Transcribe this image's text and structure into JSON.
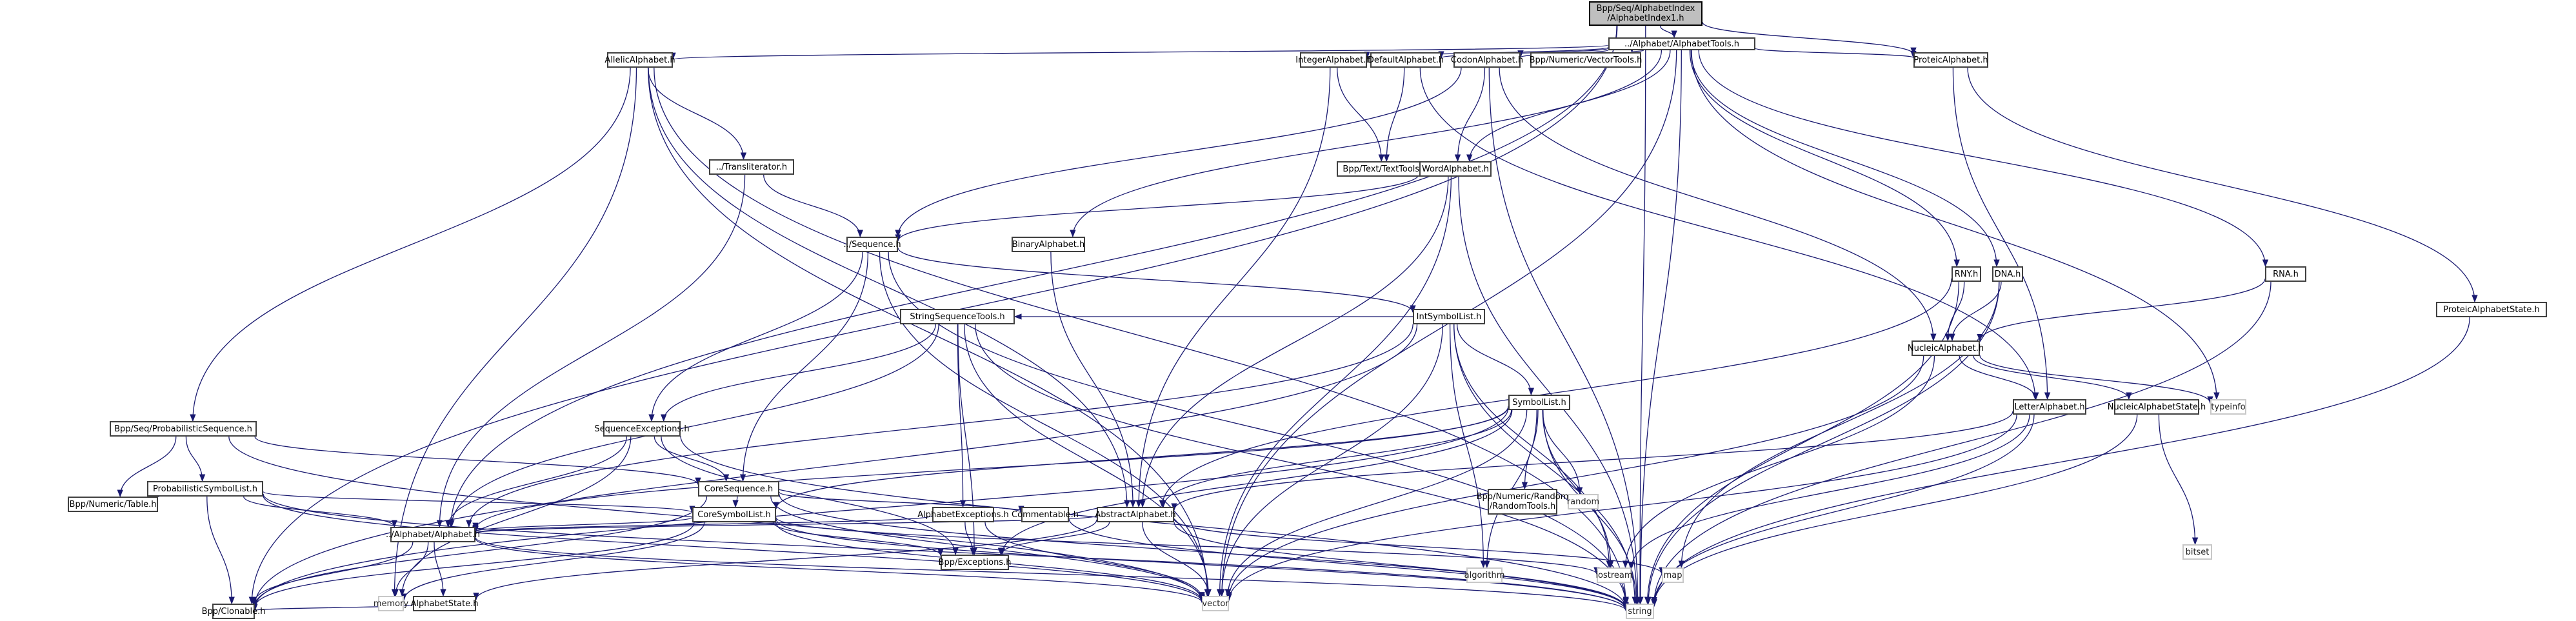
{
  "title": "Include dependency graph for Bpp/Seq/AlphabetIndex/AlphabetIndex1.h",
  "colors": {
    "edge": "#191970",
    "node_border": "#404040",
    "root_fill": "#bfbfbf",
    "external_border": "#c8c8c8"
  },
  "nodes": [
    {
      "id": "root",
      "label": "Bpp/Seq/AlphabetIndex\n/AlphabetIndex1.h",
      "kind": "root"
    },
    {
      "id": "alphabettools",
      "label": "../Alphabet/AlphabetTools.h",
      "kind": "file"
    },
    {
      "id": "allelic",
      "label": "AllelicAlphabet.h",
      "kind": "file"
    },
    {
      "id": "integer",
      "label": "IntegerAlphabet.h",
      "kind": "file"
    },
    {
      "id": "default",
      "label": "DefaultAlphabet.h",
      "kind": "file"
    },
    {
      "id": "codon",
      "label": "CodonAlphabet.h",
      "kind": "file"
    },
    {
      "id": "vectortools",
      "label": "Bpp/Numeric/VectorTools.h",
      "kind": "file"
    },
    {
      "id": "proteic",
      "label": "ProteicAlphabet.h",
      "kind": "file"
    },
    {
      "id": "transliterator",
      "label": "../Transliterator.h",
      "kind": "file"
    },
    {
      "id": "texttools",
      "label": "Bpp/Text/TextTools.h",
      "kind": "file"
    },
    {
      "id": "word",
      "label": "WordAlphabet.h",
      "kind": "file"
    },
    {
      "id": "sequence",
      "label": "../Sequence.h",
      "kind": "file"
    },
    {
      "id": "binary",
      "label": "BinaryAlphabet.h",
      "kind": "file"
    },
    {
      "id": "intsymbollist",
      "label": "IntSymbolList.h",
      "kind": "file"
    },
    {
      "id": "proteicstate",
      "label": "ProteicAlphabetState.h",
      "kind": "file"
    },
    {
      "id": "rny",
      "label": "RNY.h",
      "kind": "file"
    },
    {
      "id": "dna",
      "label": "DNA.h",
      "kind": "file"
    },
    {
      "id": "rna",
      "label": "RNA.h",
      "kind": "file"
    },
    {
      "id": "probseq",
      "label": "Bpp/Seq/ProbabilisticSequence.h",
      "kind": "file"
    },
    {
      "id": "stringseqtools",
      "label": "StringSequenceTools.h",
      "kind": "file"
    },
    {
      "id": "seqexceptions",
      "label": "SequenceExceptions.h",
      "kind": "file"
    },
    {
      "id": "nucleic",
      "label": "NucleicAlphabet.h",
      "kind": "file"
    },
    {
      "id": "probsymbollist",
      "label": "ProbabilisticSymbolList.h",
      "kind": "file"
    },
    {
      "id": "coresequence",
      "label": "CoreSequence.h",
      "kind": "file"
    },
    {
      "id": "symbollist",
      "label": "SymbolList.h",
      "kind": "file"
    },
    {
      "id": "letter",
      "label": "LetterAlphabet.h",
      "kind": "file"
    },
    {
      "id": "nucleicstate",
      "label": "NucleicAlphabetState.h",
      "kind": "file"
    },
    {
      "id": "typeinfo",
      "label": "typeinfo",
      "kind": "external"
    },
    {
      "id": "table",
      "label": "Bpp/Numeric/Table.h",
      "kind": "file"
    },
    {
      "id": "coresymbollist",
      "label": "CoreSymbolList.h",
      "kind": "file"
    },
    {
      "id": "alphaexceptions",
      "label": "AlphabetExceptions.h",
      "kind": "file"
    },
    {
      "id": "commentable",
      "label": "Commentable.h",
      "kind": "file"
    },
    {
      "id": "abstractalphabet",
      "label": "AbstractAlphabet.h",
      "kind": "file"
    },
    {
      "id": "randomtools",
      "label": "Bpp/Numeric/Random\n/RandomTools.h",
      "kind": "file"
    },
    {
      "id": "random",
      "label": "random",
      "kind": "external"
    },
    {
      "id": "bitset",
      "label": "bitset",
      "kind": "external"
    },
    {
      "id": "alphabet",
      "label": "../Alphabet/Alphabet.h",
      "kind": "file"
    },
    {
      "id": "exceptions",
      "label": "Bpp/Exceptions.h",
      "kind": "file"
    },
    {
      "id": "algorithm",
      "label": "algorithm",
      "kind": "external"
    },
    {
      "id": "iostream",
      "label": "iostream",
      "kind": "external"
    },
    {
      "id": "map",
      "label": "map",
      "kind": "external"
    },
    {
      "id": "memory",
      "label": "memory",
      "kind": "external"
    },
    {
      "id": "alphabetstate",
      "label": "AlphabetState.h",
      "kind": "file"
    },
    {
      "id": "vector",
      "label": "vector",
      "kind": "external"
    },
    {
      "id": "clonable",
      "label": "Bpp/Clonable.h",
      "kind": "file"
    },
    {
      "id": "string",
      "label": "string",
      "kind": "external"
    }
  ],
  "edges": [
    [
      "root",
      "alphabettools"
    ],
    [
      "root",
      "proteic"
    ],
    [
      "root",
      "alphabet"
    ],
    [
      "root",
      "clonable"
    ],
    [
      "root",
      "string"
    ],
    [
      "alphabettools",
      "allelic"
    ],
    [
      "alphabettools",
      "integer"
    ],
    [
      "alphabettools",
      "default"
    ],
    [
      "alphabettools",
      "codon"
    ],
    [
      "alphabettools",
      "vectortools"
    ],
    [
      "alphabettools",
      "proteic"
    ],
    [
      "alphabettools",
      "word"
    ],
    [
      "alphabettools",
      "binary"
    ],
    [
      "alphabettools",
      "rny"
    ],
    [
      "alphabettools",
      "dna"
    ],
    [
      "alphabettools",
      "rna"
    ],
    [
      "alphabettools",
      "typeinfo"
    ],
    [
      "alphabettools",
      "vector"
    ],
    [
      "alphabettools",
      "string"
    ],
    [
      "allelic",
      "transliterator"
    ],
    [
      "allelic",
      "probseq"
    ],
    [
      "allelic",
      "abstractalphabet"
    ],
    [
      "allelic",
      "memory"
    ],
    [
      "allelic",
      "vector"
    ],
    [
      "allelic",
      "string"
    ],
    [
      "integer",
      "abstractalphabet"
    ],
    [
      "integer",
      "texttools"
    ],
    [
      "default",
      "letter"
    ],
    [
      "default",
      "texttools"
    ],
    [
      "codon",
      "word"
    ],
    [
      "codon",
      "nucleic"
    ],
    [
      "codon",
      "string"
    ],
    [
      "codon",
      "sequence"
    ],
    [
      "proteic",
      "letter"
    ],
    [
      "proteic",
      "proteicstate"
    ],
    [
      "transliterator",
      "sequence"
    ],
    [
      "transliterator",
      "alphabet"
    ],
    [
      "word",
      "abstractalphabet"
    ],
    [
      "word",
      "sequence"
    ],
    [
      "word",
      "string"
    ],
    [
      "word",
      "vector"
    ],
    [
      "sequence",
      "intsymbollist"
    ],
    [
      "sequence",
      "seqexceptions"
    ],
    [
      "sequence",
      "coresequence"
    ],
    [
      "sequence",
      "vector"
    ],
    [
      "sequence",
      "string"
    ],
    [
      "binary",
      "abstractalphabet"
    ],
    [
      "intsymbollist",
      "stringseqtools"
    ],
    [
      "intsymbollist",
      "symbollist"
    ],
    [
      "intsymbollist",
      "alphabet"
    ],
    [
      "intsymbollist",
      "clonable"
    ],
    [
      "intsymbollist",
      "vector"
    ],
    [
      "intsymbollist",
      "string"
    ],
    [
      "intsymbollist",
      "iostream"
    ],
    [
      "intsymbollist",
      "algorithm"
    ],
    [
      "proteicstate",
      "string"
    ],
    [
      "rny",
      "nucleic"
    ],
    [
      "rny",
      "abstractalphabet"
    ],
    [
      "rny",
      "string"
    ],
    [
      "dna",
      "nucleic"
    ],
    [
      "dna",
      "string"
    ],
    [
      "dna",
      "map"
    ],
    [
      "rna",
      "nucleic"
    ],
    [
      "rna",
      "string"
    ],
    [
      "probseq",
      "probsymbollist"
    ],
    [
      "probseq",
      "coresequence"
    ],
    [
      "probseq",
      "table"
    ],
    [
      "probseq",
      "vector"
    ],
    [
      "stringseqtools",
      "seqexceptions"
    ],
    [
      "stringseqtools",
      "alphaexceptions"
    ],
    [
      "stringseqtools",
      "exceptions"
    ],
    [
      "stringseqtools",
      "alphabet"
    ],
    [
      "stringseqtools",
      "vector"
    ],
    [
      "stringseqtools",
      "string"
    ],
    [
      "seqexceptions",
      "coresequence"
    ],
    [
      "seqexceptions",
      "alphabet"
    ],
    [
      "seqexceptions",
      "exceptions"
    ],
    [
      "seqexceptions",
      "memory"
    ],
    [
      "seqexceptions",
      "string"
    ],
    [
      "nucleic",
      "letter"
    ],
    [
      "nucleic",
      "nucleicstate"
    ],
    [
      "nucleic",
      "typeinfo"
    ],
    [
      "nucleic",
      "vector"
    ],
    [
      "nucleic",
      "iostream"
    ],
    [
      "probsymbollist",
      "coresymbollist"
    ],
    [
      "probsymbollist",
      "table"
    ],
    [
      "probsymbollist",
      "alphabet"
    ],
    [
      "probsymbollist",
      "clonable"
    ],
    [
      "probsymbollist",
      "vector"
    ],
    [
      "probsymbollist",
      "string"
    ],
    [
      "coresequence",
      "coresymbollist"
    ],
    [
      "coresequence",
      "commentable"
    ],
    [
      "coresequence",
      "clonable"
    ],
    [
      "coresequence",
      "vector"
    ],
    [
      "coresequence",
      "string"
    ],
    [
      "symbollist",
      "coresymbollist"
    ],
    [
      "symbollist",
      "randomtools"
    ],
    [
      "symbollist",
      "random"
    ],
    [
      "symbollist",
      "abstractalphabet"
    ],
    [
      "symbollist",
      "algorithm"
    ],
    [
      "symbollist",
      "iostream"
    ],
    [
      "symbollist",
      "vector"
    ],
    [
      "symbollist",
      "string"
    ],
    [
      "symbollist",
      "alphabet"
    ],
    [
      "symbollist",
      "clonable"
    ],
    [
      "symbollist",
      "exceptions"
    ],
    [
      "letter",
      "abstractalphabet"
    ],
    [
      "letter",
      "iostream"
    ],
    [
      "letter",
      "vector"
    ],
    [
      "letter",
      "string"
    ],
    [
      "nucleicstate",
      "bitset"
    ],
    [
      "nucleicstate",
      "string"
    ],
    [
      "coresymbollist",
      "alphabet"
    ],
    [
      "coresymbollist",
      "exceptions"
    ],
    [
      "coresymbollist",
      "iostream"
    ],
    [
      "coresymbollist",
      "memory"
    ],
    [
      "coresymbollist",
      "vector"
    ],
    [
      "coresymbollist",
      "string"
    ],
    [
      "coresymbollist",
      "clonable"
    ],
    [
      "alphaexceptions",
      "exceptions"
    ],
    [
      "alphaexceptions",
      "vector"
    ],
    [
      "alphaexceptions",
      "alphabet"
    ],
    [
      "commentable",
      "string"
    ],
    [
      "abstractalphabet",
      "alphabet"
    ],
    [
      "abstractalphabet",
      "alphabetstate"
    ],
    [
      "abstractalphabet",
      "exceptions"
    ],
    [
      "abstractalphabet",
      "map"
    ],
    [
      "abstractalphabet",
      "vector"
    ],
    [
      "abstractalphabet",
      "string"
    ],
    [
      "alphabet",
      "alphabetstate"
    ],
    [
      "alphabet",
      "memory"
    ],
    [
      "alphabet",
      "clonable"
    ],
    [
      "alphabet",
      "vector"
    ],
    [
      "alphabet",
      "string"
    ],
    [
      "alphabetstate",
      "clonable"
    ]
  ]
}
